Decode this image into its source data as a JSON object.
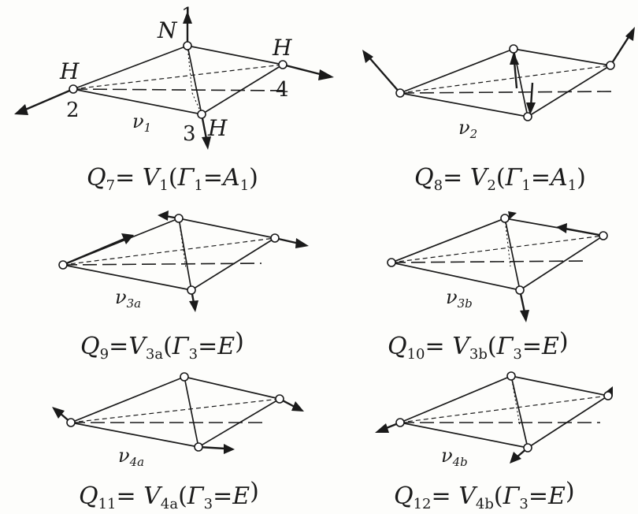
{
  "colors": {
    "ink": "#1a1a1a",
    "paper": "#fdfdfb"
  },
  "atom_labels": {
    "N": "N",
    "H_left": "H",
    "H_right": "H",
    "H_bottom": "H",
    "n1": "1",
    "n2": "2",
    "n3": "3",
    "n4": "4"
  },
  "panels": [
    {
      "id": "q7",
      "mode_label": "ν",
      "mode_sub": "1",
      "caption": {
        "q": "Q",
        "q_sub": "7",
        "v": "V",
        "v_sub": "1",
        "g": "Γ",
        "g_sub": "1",
        "sym": "A",
        "sym_sub": "1"
      }
    },
    {
      "id": "q8",
      "mode_label": "ν",
      "mode_sub": "2",
      "caption": {
        "q": "Q",
        "q_sub": "8",
        "v": "V",
        "v_sub": "2",
        "g": "Γ",
        "g_sub": "1",
        "sym": "A",
        "sym_sub": "1"
      }
    },
    {
      "id": "q9",
      "mode_label": "ν",
      "mode_sub": "3a",
      "caption": {
        "q": "Q",
        "q_sub": "9",
        "v": "V",
        "v_sub": "3a",
        "g": "Γ",
        "g_sub": "3",
        "sym": "E",
        "sym_sub": ""
      }
    },
    {
      "id": "q10",
      "mode_label": "ν",
      "mode_sub": "3b",
      "caption": {
        "q": "Q",
        "q_sub": "10",
        "v": "V",
        "v_sub": "3b",
        "g": "Γ",
        "g_sub": "3",
        "sym": "E",
        "sym_sub": ""
      }
    },
    {
      "id": "q11",
      "mode_label": "ν",
      "mode_sub": "4a",
      "caption": {
        "q": "Q",
        "q_sub": "11",
        "v": "V",
        "v_sub": "4a",
        "g": "Γ",
        "g_sub": "3",
        "sym": "E",
        "sym_sub": ""
      }
    },
    {
      "id": "q12",
      "mode_label": "ν",
      "mode_sub": "4b",
      "caption": {
        "q": "Q",
        "q_sub": "12",
        "v": "V",
        "v_sub": "4b",
        "g": "Γ",
        "g_sub": "3",
        "sym": "E",
        "sym_sub": ""
      }
    }
  ]
}
